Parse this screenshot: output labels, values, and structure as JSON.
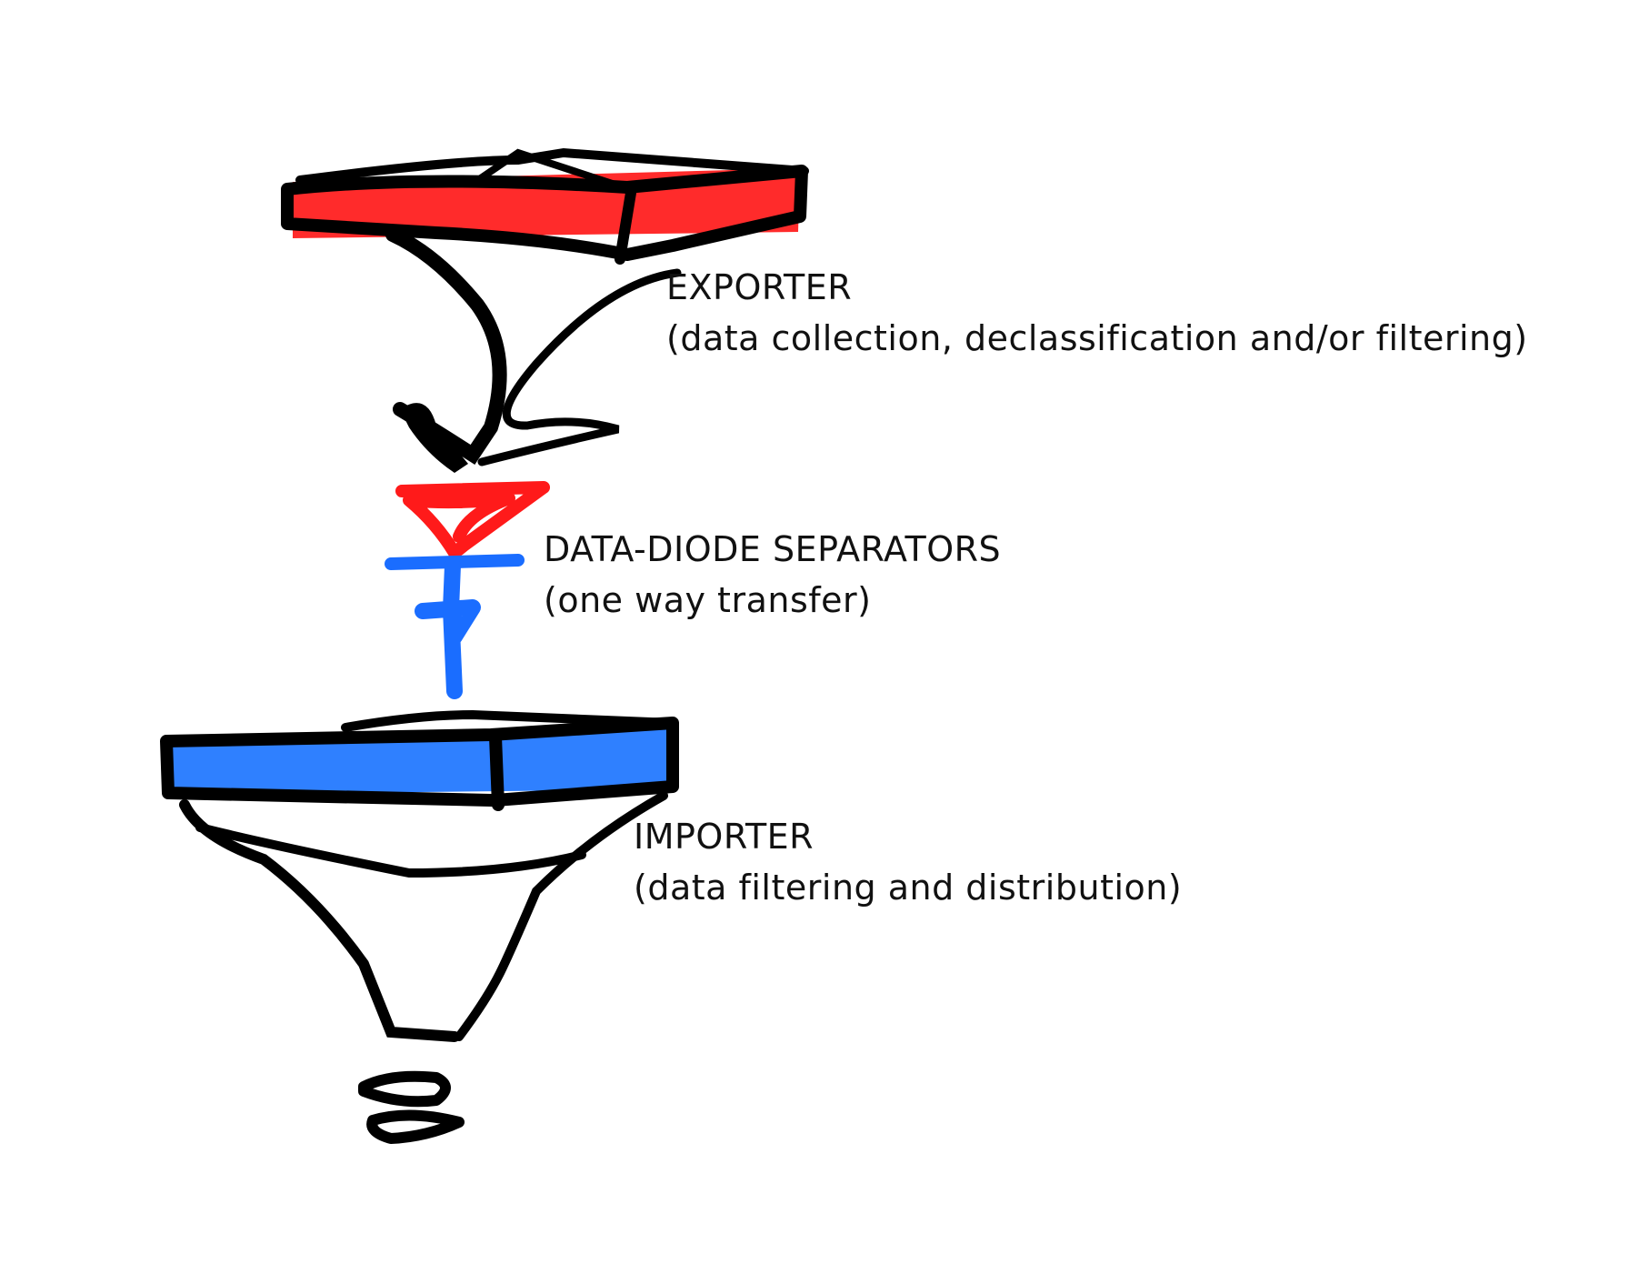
{
  "diagram": {
    "colors": {
      "stroke": "#000000",
      "exporter_fill": "#ff2b2b",
      "diode_red": "#ff1a1a",
      "diode_blue": "#1a6dff",
      "importer_fill": "#2f80ff",
      "background": "#ffffff"
    },
    "exporter": {
      "title": "EXPORTER",
      "subtitle": "(data collection, declassification and/or filtering)"
    },
    "diode": {
      "title": "DATA-DIODE SEPARATORS",
      "subtitle": "(one way transfer)"
    },
    "importer": {
      "title": "IMPORTER",
      "subtitle": "(data filtering and distribution)"
    }
  }
}
